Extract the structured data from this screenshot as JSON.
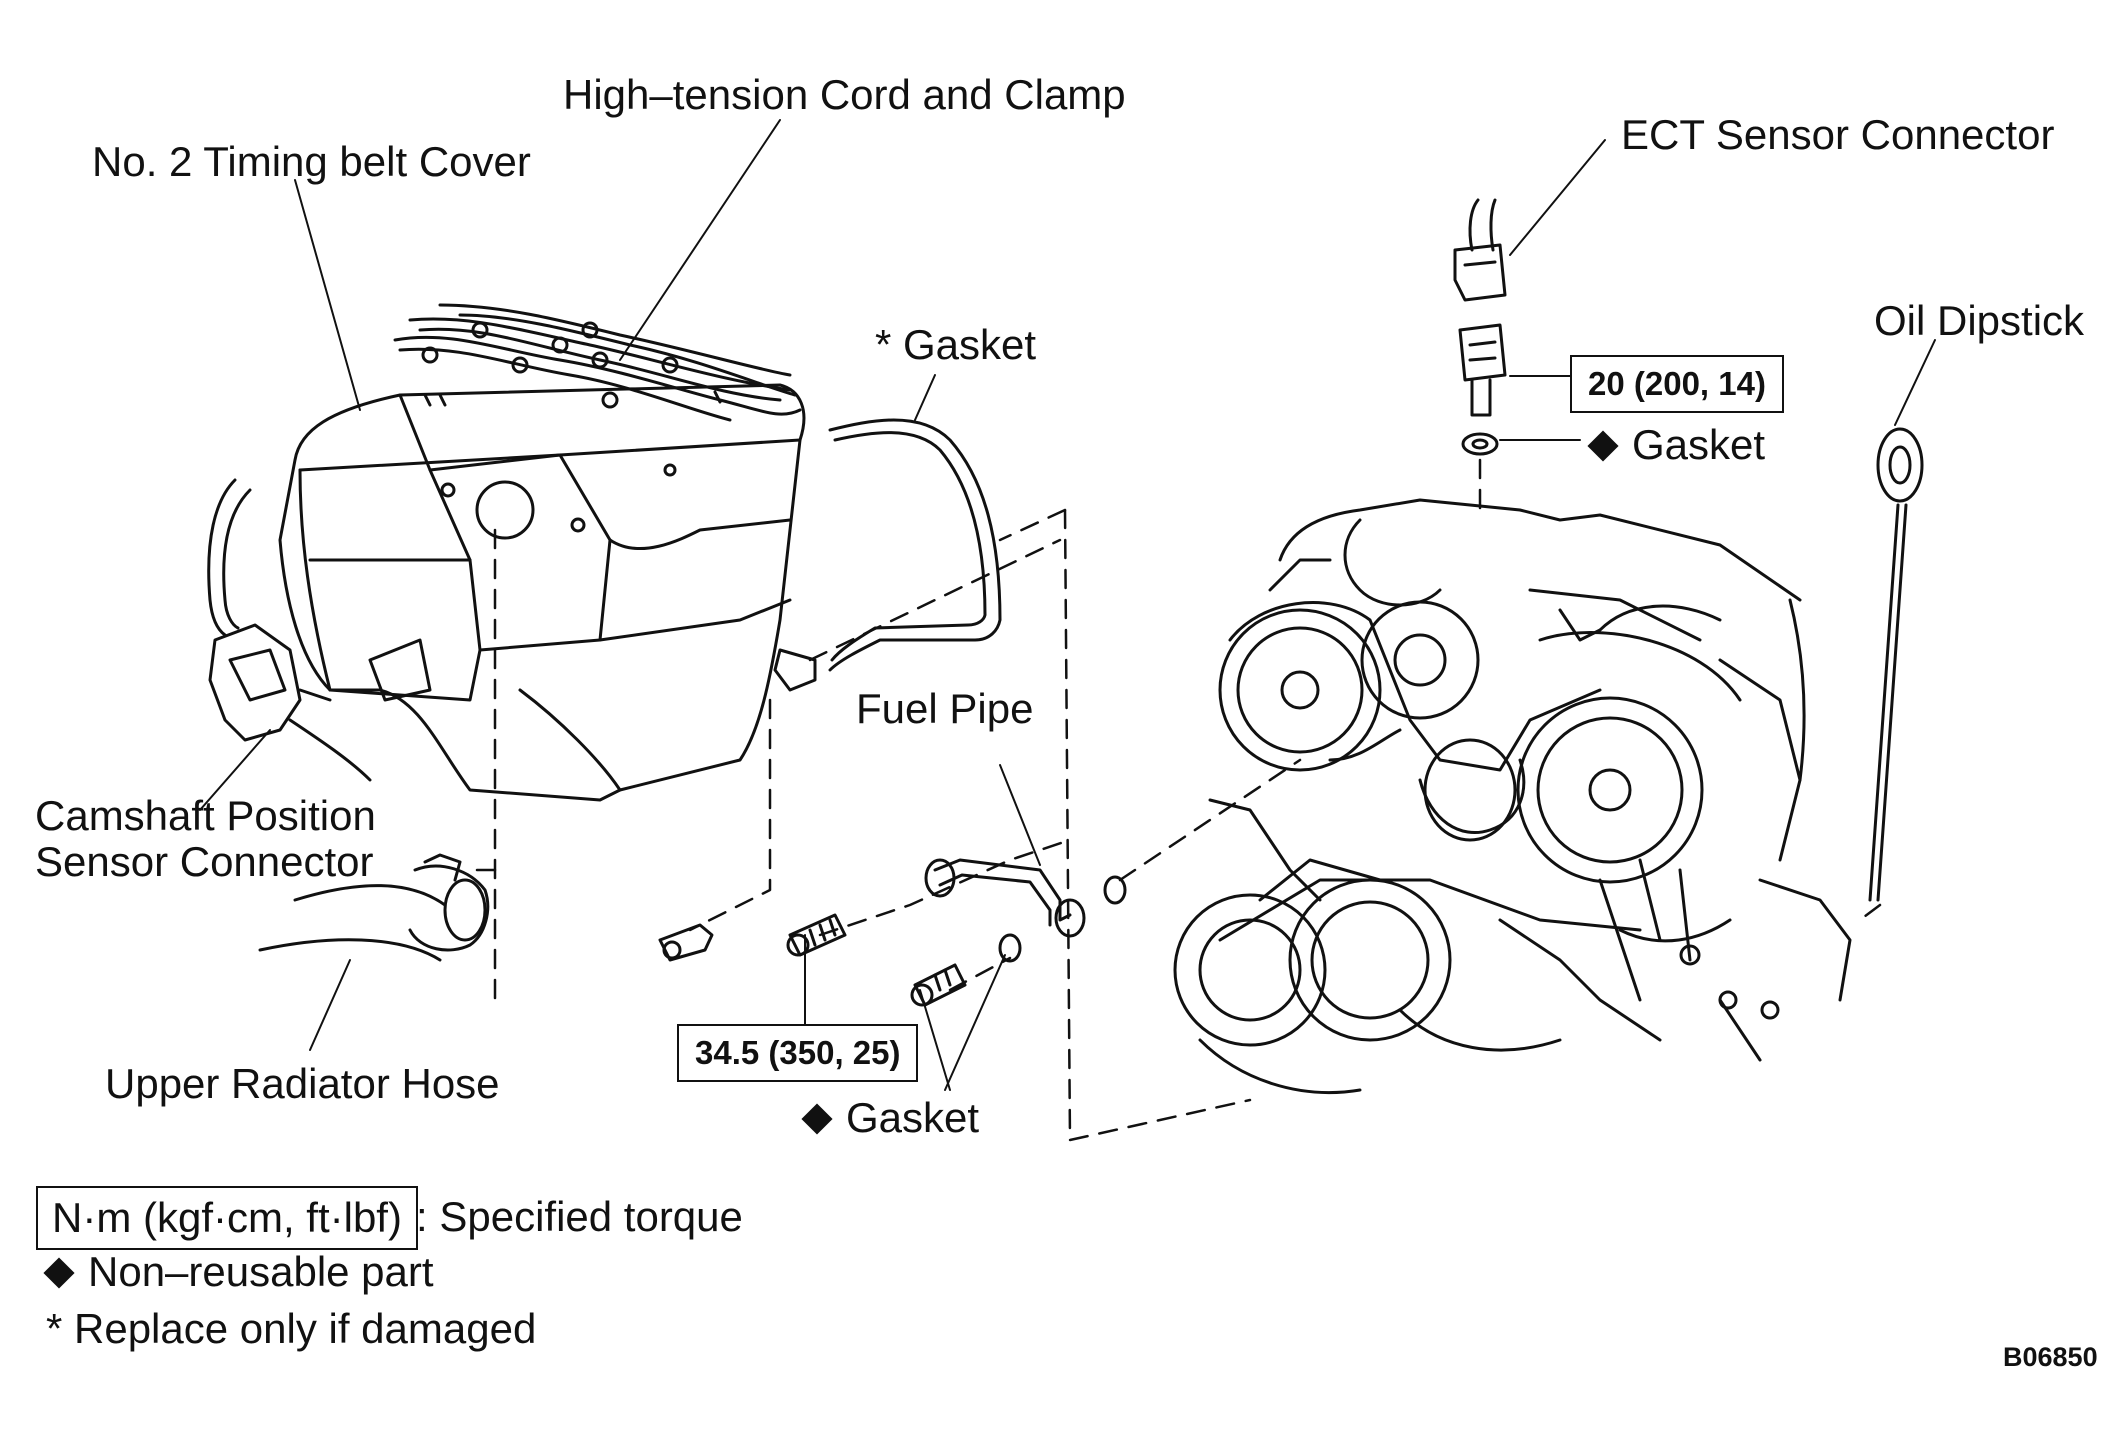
{
  "labels": {
    "high_tension": "High–tension Cord and Clamp",
    "timing_cover": "No. 2 Timing belt Cover",
    "ect_connector": "ECT Sensor Connector",
    "gasket_star": "* Gasket",
    "oil_dipstick": "Oil Dipstick",
    "gasket_ect": "Gasket",
    "fuel_pipe": "Fuel Pipe",
    "camshaft_line1": "Camshaft Position",
    "camshaft_line2": "Sensor Connector",
    "upper_hose": "Upper Radiator Hose",
    "gasket_bottom": "Gasket"
  },
  "torque": {
    "ect": "20 (200, 14)",
    "bolts": "34.5 (350, 25)"
  },
  "legend": {
    "box_text": "N·m (kgf·cm, ft·lbf)",
    "box_desc": ": Specified torque",
    "non_reusable": "Non–reusable part",
    "replace": "* Replace only if damaged"
  },
  "figure_code": "B06850"
}
